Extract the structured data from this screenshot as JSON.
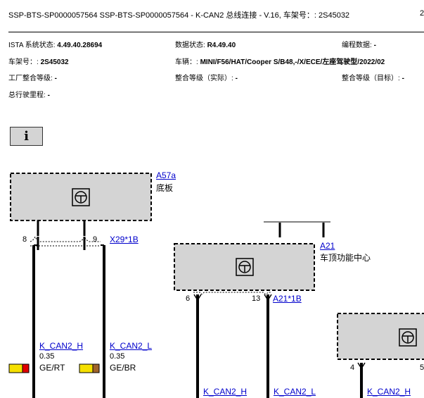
{
  "header": {
    "title": "SSP-BTS-SP0000057564 SSP-BTS-SP0000057564 - K-CAN2 总线连接 - V.16, 车架号：: 2S45032",
    "page": "2"
  },
  "info": {
    "ista_label": "ISTA 系统状态: ",
    "ista_value": "4.49.40.28694",
    "data_label": "数据状态: ",
    "data_value": "R4.49.40",
    "prog_label": "编程数据: ",
    "prog_value": "-",
    "vin_label": "车架号：: ",
    "vin_value": "2S45032",
    "vehicle_label": "车辆：: ",
    "vehicle_value": "MINI/F56/HAT/Cooper S/B48,-/X/ECE/左座驾驶型/2022/02",
    "factory_label": "工厂整合等级: ",
    "factory_value": "-",
    "actual_label": "整合等级（实际）: ",
    "actual_value": "-",
    "target_label": "整合等级（目标）: ",
    "target_value": "-",
    "mileage_label": "总行驶里程: ",
    "mileage_value": "-"
  },
  "info_icon": "i",
  "diagram": {
    "a57a": {
      "id": "A57a",
      "name": "底板",
      "connector": "X29*1B",
      "pin1": "8",
      "pin2": "9"
    },
    "a21": {
      "id": "A21",
      "name": "车顶功能中心",
      "connector": "A21*1B",
      "pin1": "6",
      "pin2": "13"
    },
    "third": {
      "pin1": "4",
      "pin2": "5"
    },
    "wires": {
      "w1": {
        "signal": "K_CAN2_H",
        "size": "0.35",
        "color": "GE/RT"
      },
      "w2": {
        "signal": "K_CAN2_L",
        "size": "0.35",
        "color": "GE/BR"
      },
      "w3": {
        "signal": "K_CAN2_H"
      },
      "w4": {
        "signal": "K_CAN2_L"
      },
      "w5": {
        "signal": "K_CAN2_H"
      }
    },
    "colors": {
      "box_fill": "#d4d4d4",
      "link": "#0000cc",
      "yellow": "#f5e000",
      "red": "#e00000",
      "brown": "#a0642a"
    }
  }
}
